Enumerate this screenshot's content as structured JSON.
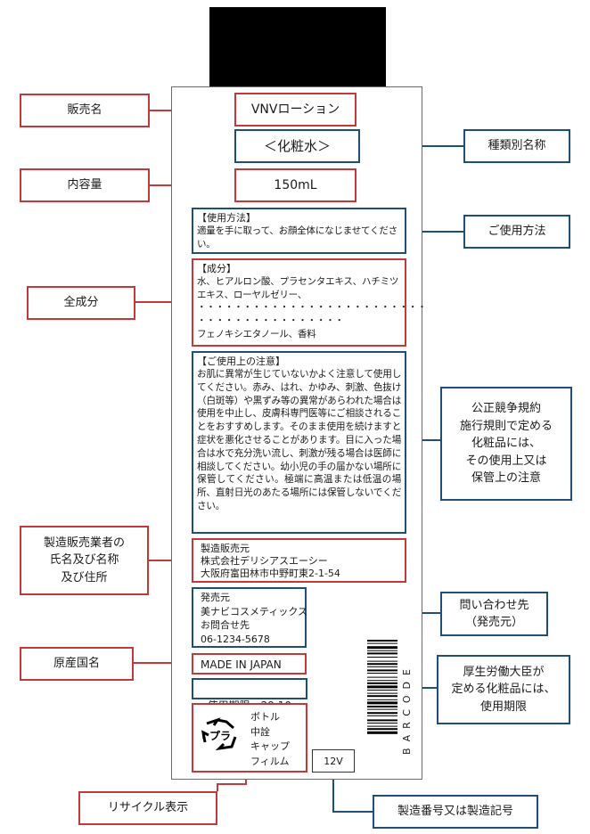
{
  "labels": {
    "product_name": "販売名",
    "content_volume": "内容量",
    "ingredients": "全成分",
    "manufacturer": "製造販売業者の\n氏名及び名称\n及び住所",
    "origin": "原産国名",
    "recycle": "リサイクル表示",
    "category_name": "種類別名称",
    "usage": "ご使用方法",
    "precautions": "公正競争規約\n施行規則で定める\n化粧品には、\nその使用上又は\n保管上の注意",
    "inquiry": "問い合わせ先\n（発売元）",
    "expiry": "厚生労働大臣が\n定める化粧品には、\n使用期限",
    "lot": "製造番号又は製造記号"
  },
  "bottle": {
    "product_name": "VNVローション",
    "category": "＜化粧水＞",
    "volume": "150mL",
    "usage_title": "【使用方法】",
    "usage_text": "適量を手に取って、お顔全体になじませてください。",
    "ingredients_title": "【成分】",
    "ingredients_text": "水、ヒアルロン酸、プラセンタエキス、ハチミツエキス、ローヤルゼリー、",
    "ingredients_dots_1": "・・・・・・・・・・・・・・・・・・・・・・・・・",
    "ingredients_dots_2": "・・・・・・・・・・・・・・・・",
    "ingredients_last": "フェノキシエタノール、香料",
    "precaution_title": "【ご使用上の注意】",
    "precaution_text": "お肌に異常が生じていないかよく注意して使用してください。赤み、はれ、かゆみ、刺激、色抜け（白斑等）や黒ずみ等の異常があらわれた場合は使用を中止し、皮膚科専門医等にご相談されることをおすすめします。そのまま使用を続けますと症状を悪化させることがあります。目に入った場合は水で充分洗い流し、刺激が残る場合は医師に相談してください。幼小児の手の届かない場所に保管してください。極端に高温または低温の場所、直射日光のあたる場所には保管しないでください。",
    "manufacturer_1": "製造販売元",
    "manufacturer_2": "株式会社デリシアスエーシー",
    "manufacturer_3": "大阪府富田林市中野町東2-1-54",
    "seller_1": "発売元",
    "seller_2": "美ナビコスメティックス",
    "seller_3": "お問合せ先",
    "seller_4": "06-1234-5678",
    "origin": "MADE IN JAPAN",
    "expiry": "使用期限　29.10",
    "recycle_items": [
      "ボトル",
      "中詮",
      "キャップ",
      "フィルム"
    ],
    "recycle_mark": "プラ",
    "lot": "12V",
    "barcode_text": "BARCODE"
  },
  "colors": {
    "red": "#c0393b",
    "blue": "#1f4e79",
    "cap": "#000000"
  }
}
